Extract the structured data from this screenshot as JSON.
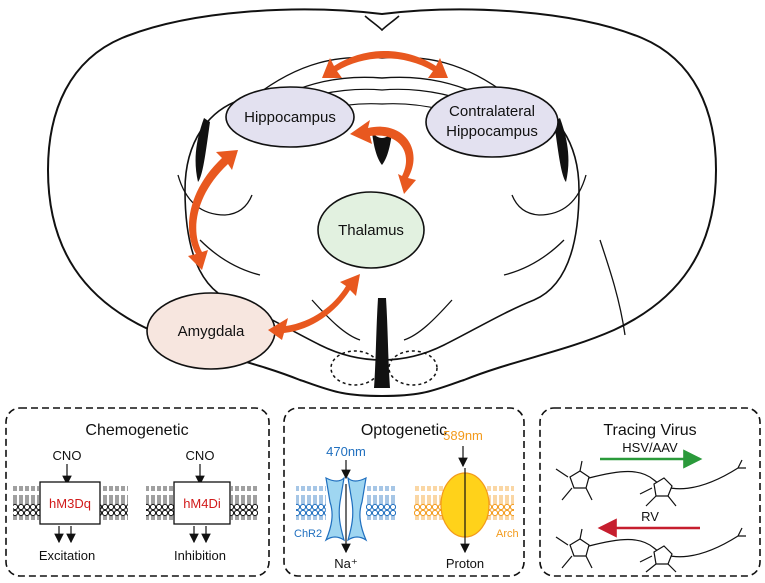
{
  "regions": {
    "hippocampus": "Hippocampus",
    "contralateral_line1": "Contralateral",
    "contralateral_line2": "Hippocampus",
    "thalamus": "Thalamus",
    "amygdala": "Amygdala"
  },
  "panels": {
    "chemogenetic": {
      "title": "Chemogenetic",
      "ligand_left": "CNO",
      "ligand_right": "CNO",
      "receptor_left": "hM3Dq",
      "receptor_right": "hM4Di",
      "effect_left": "Excitation",
      "effect_right": "Inhibition"
    },
    "optogenetic": {
      "title": "Optogenetic",
      "wavelength_left": "470nm",
      "wavelength_right": "589nm",
      "channel_left": "ChR2",
      "pump_right": "Arch",
      "ion_left": "Na⁺",
      "ion_right": "Proton"
    },
    "tracing": {
      "title": "Tracing Virus",
      "anterograde": "HSV/AAV",
      "retrograde": "RV"
    }
  },
  "colors": {
    "arrow": "#e8581f",
    "hippocampus_fill": "#e3e1f0",
    "thalamus_fill": "#e2f1e0",
    "amygdala_fill": "#f7e6df",
    "chr2_blue": "#1f6fbf",
    "arch_orange": "#f39a1b",
    "receptor_red": "#d11a1a",
    "anterograde_green": "#2a9a3a",
    "retrograde_red": "#c61e2e",
    "channel_fill": "#9fd6f1",
    "pump_fill": "#ffd21a"
  }
}
